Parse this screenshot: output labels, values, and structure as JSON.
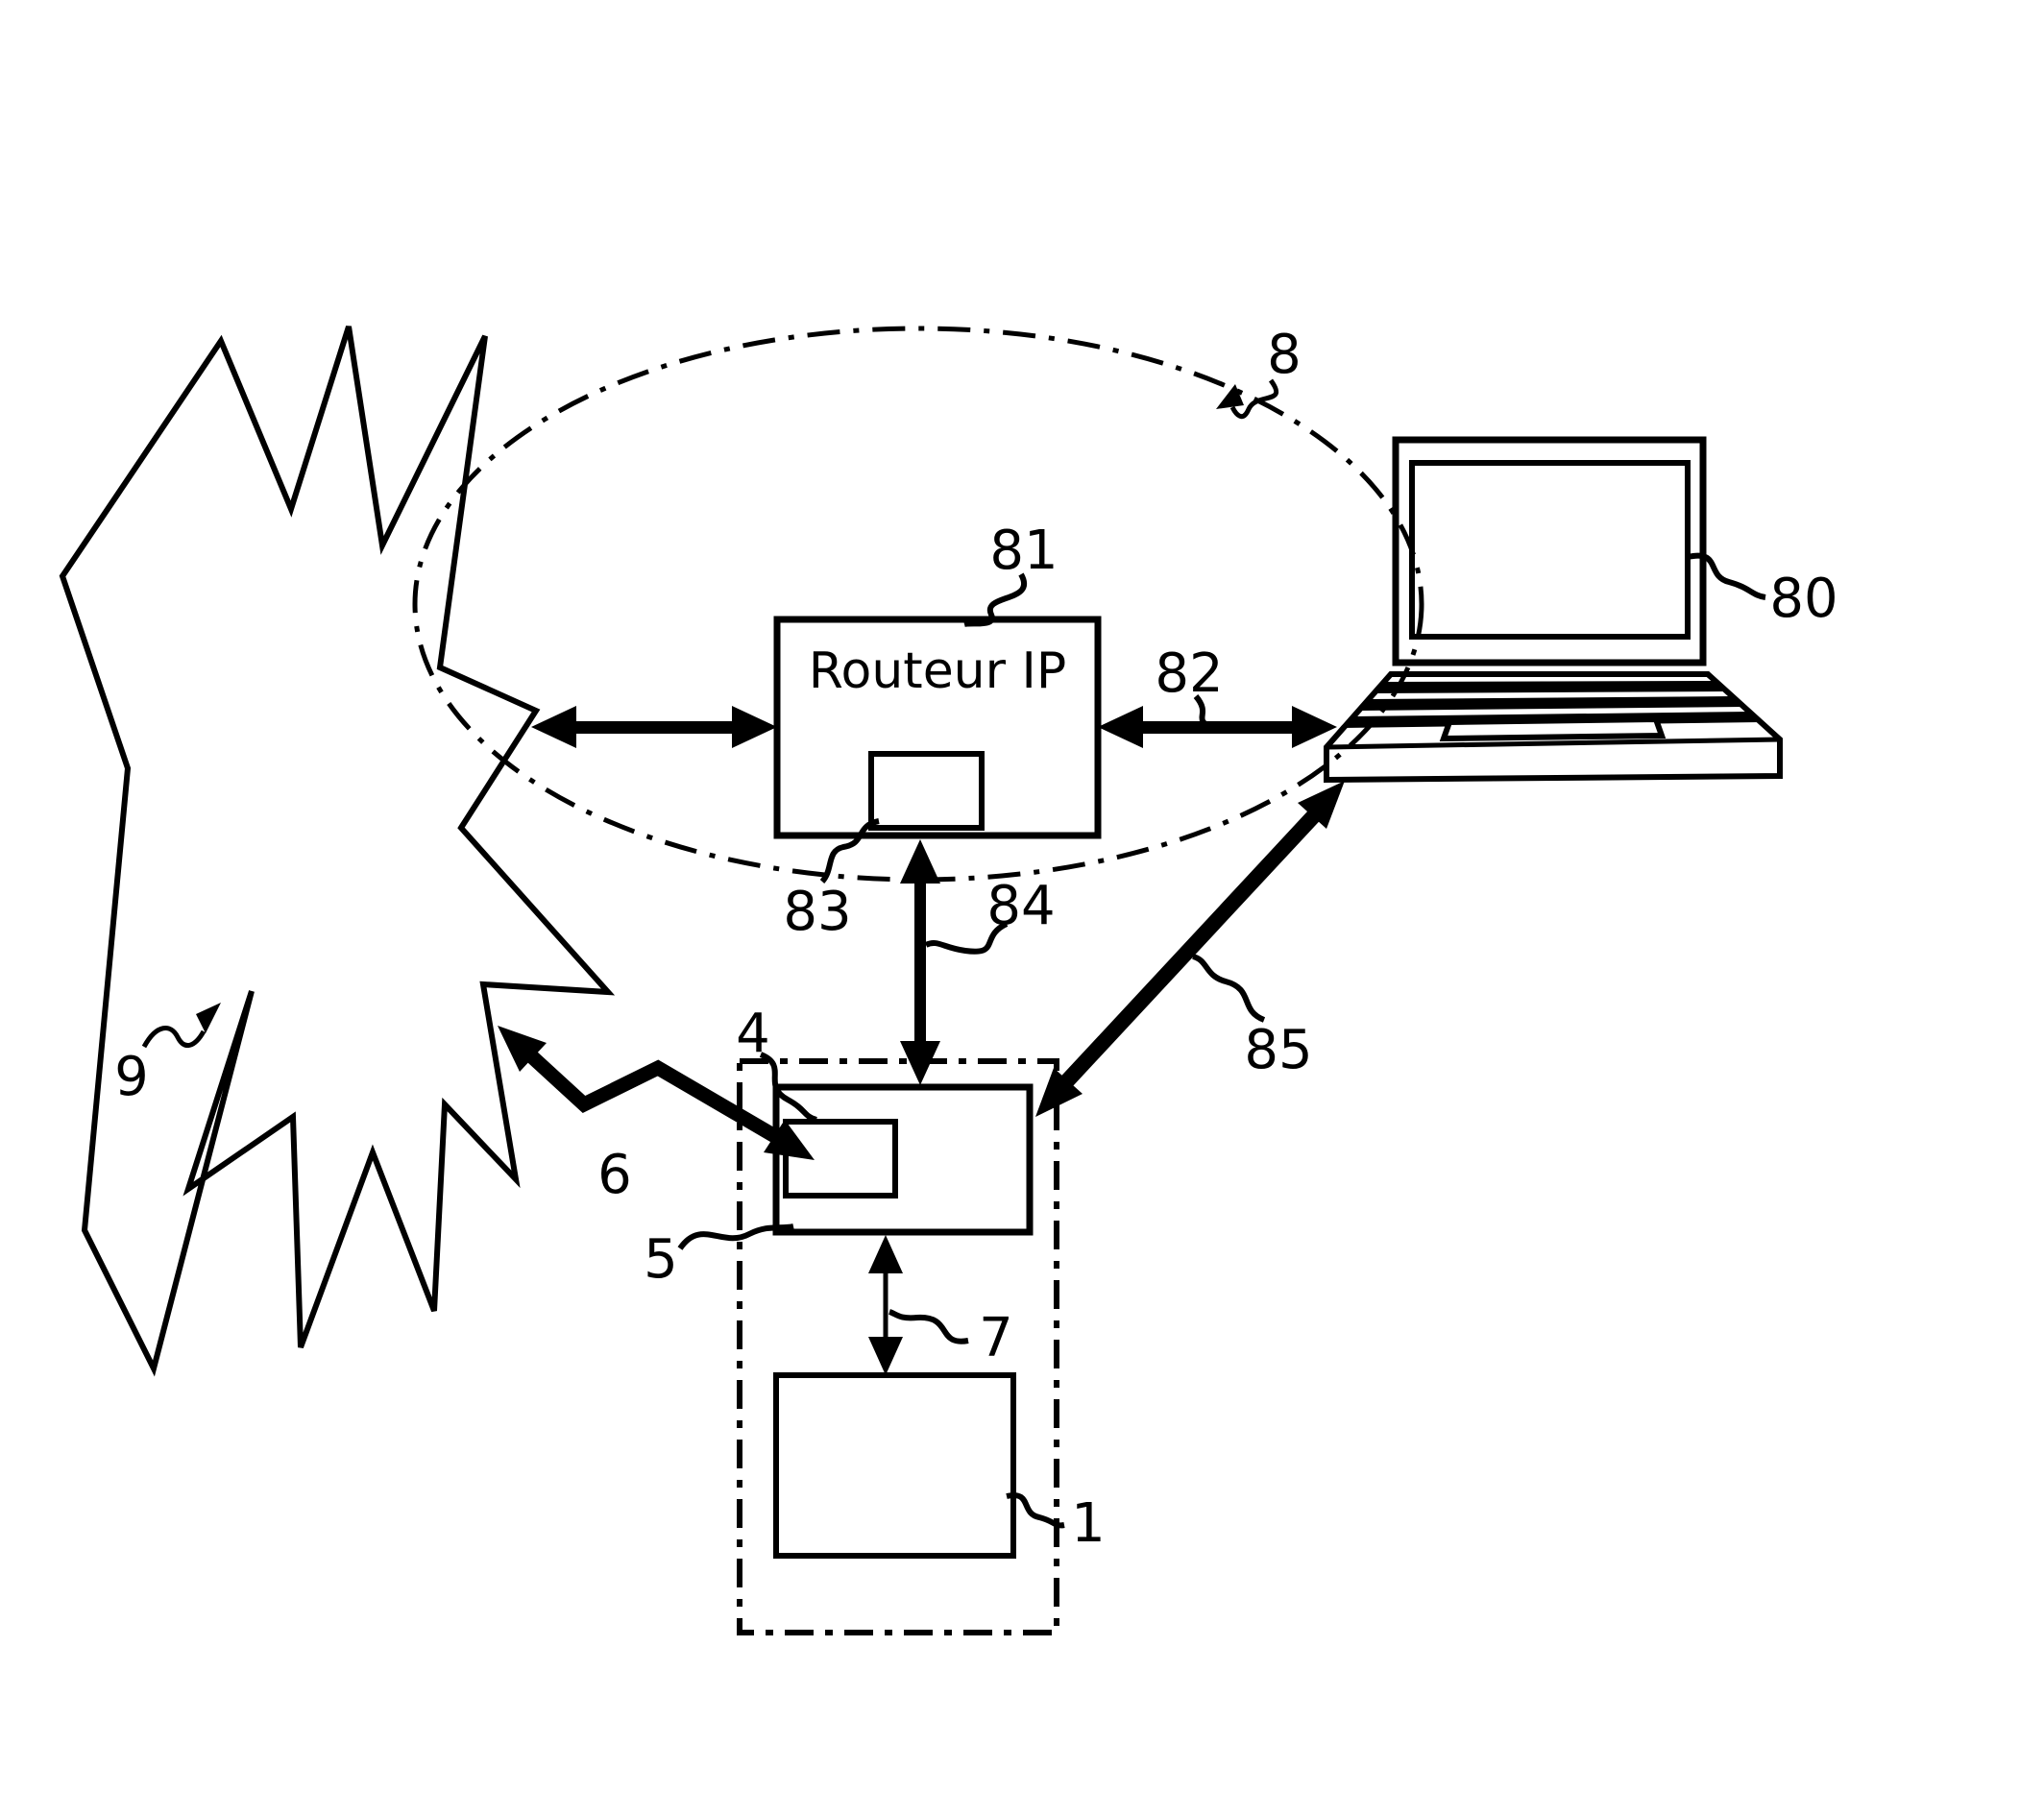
{
  "diagram": {
    "title_hint": "Network architecture figure",
    "router_label": "Routeur IP",
    "labels": {
      "system1": "1",
      "module4": "4",
      "device5": "5",
      "link6": "6",
      "link7": "7",
      "network8": "8",
      "network9": "9",
      "laptop80": "80",
      "router81": "81",
      "link82": "82",
      "module83": "83",
      "link84": "84",
      "link85": "85"
    },
    "colors": {
      "ink": "#000000",
      "background": "#ffffff"
    }
  }
}
